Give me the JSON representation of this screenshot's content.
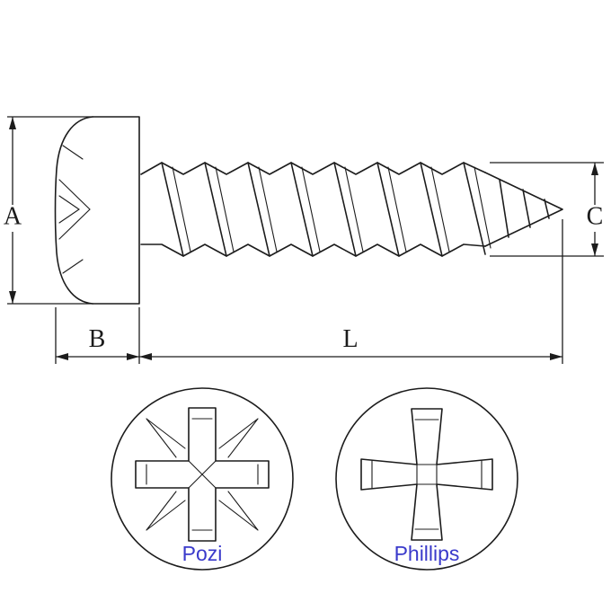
{
  "diagram": {
    "type": "technical-drawing",
    "subject": "Pan head self-tapping screw side view with drive recess details",
    "dimension_labels": {
      "head_diameter": "A",
      "head_height": "B",
      "point_diameter": "C",
      "length": "L"
    },
    "drive_types": [
      {
        "id": "pozi",
        "label": "Pozi"
      },
      {
        "id": "phillips",
        "label": "Phillips"
      }
    ],
    "colors": {
      "line": "#1c1c1c",
      "label_text": "#3a3acb",
      "background": "#ffffff"
    }
  }
}
